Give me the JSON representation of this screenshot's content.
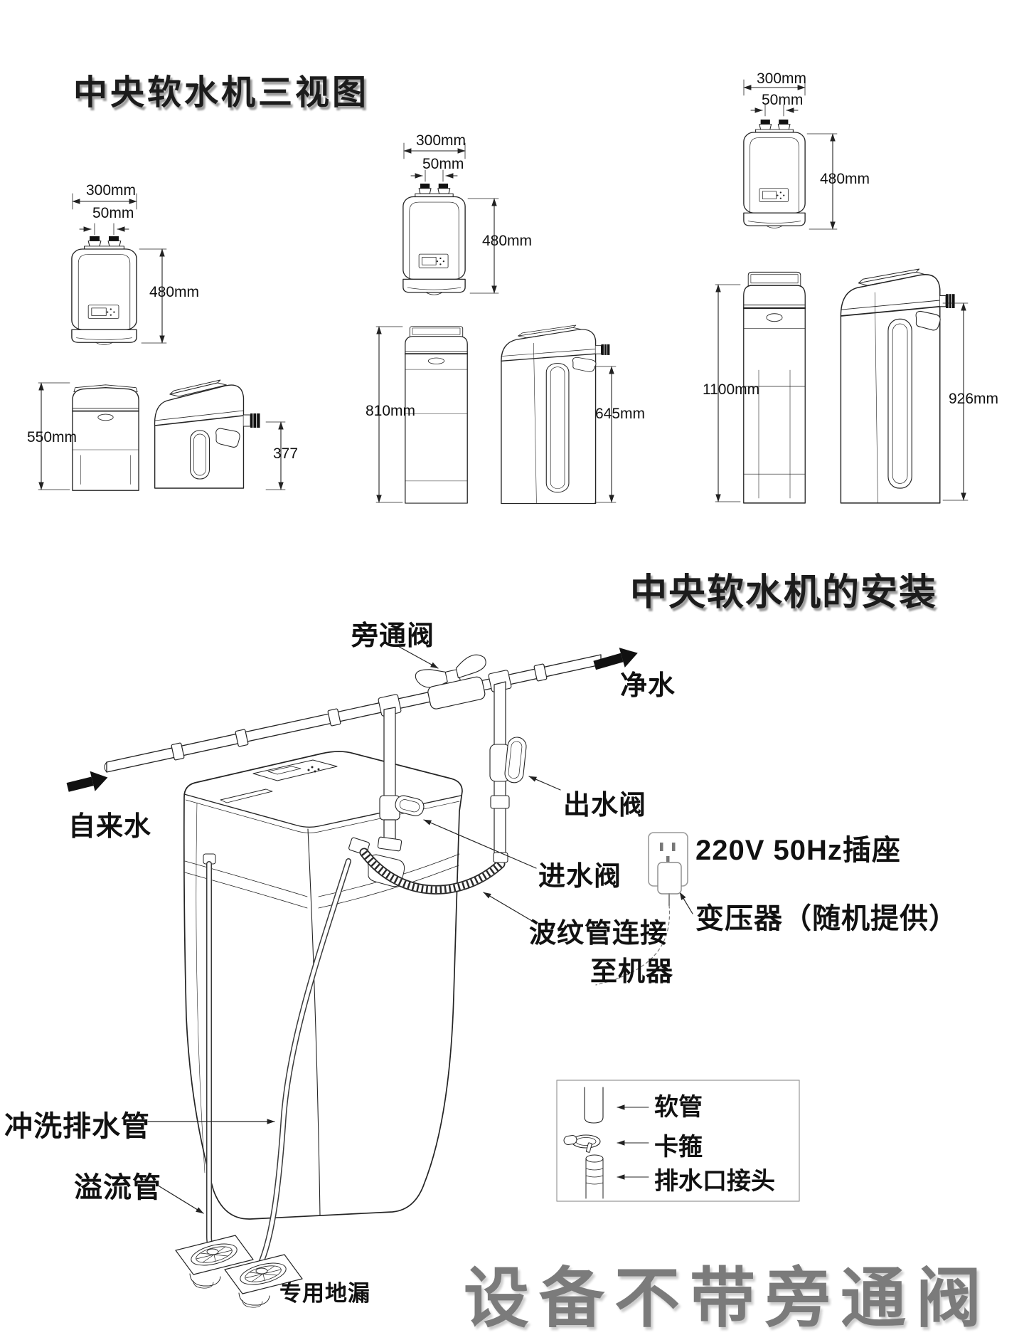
{
  "three_view": {
    "title": "中央软水机三视图",
    "groups": [
      {
        "name": "compact",
        "width": "300mm",
        "port_spacing": "50mm",
        "cabinet_height": "480mm",
        "tank_front_height": "550mm",
        "tank_side_height": "377"
      },
      {
        "name": "medium",
        "width": "300mm",
        "port_spacing": "50mm",
        "cabinet_height": "480mm",
        "tank_front_height": "810mm",
        "tank_side_height": "645mm"
      },
      {
        "name": "large",
        "width": "300mm",
        "port_spacing": "50mm",
        "cabinet_height": "480mm",
        "tank_front_height": "1100mm",
        "tank_side_height": "926mm"
      }
    ]
  },
  "installation": {
    "title": "中央软水机的安装",
    "labels": {
      "bypass_valve": "旁通阀",
      "clean_water": "净水",
      "tap_water": "自来水",
      "outlet_valve": "出水阀",
      "inlet_valve": "进水阀",
      "corrugated_line1": "波纹管连接",
      "corrugated_line2": "至机器",
      "power_socket": "220V 50Hz插座",
      "transformer": "变压器（随机提供）",
      "flush_drain_pipe": "冲洗排水管",
      "overflow_pipe": "溢流管",
      "floor_drain": "专用地漏"
    },
    "legend": {
      "hose": "软管",
      "clamp": "卡箍",
      "drain_connector": "排水口接头"
    },
    "footer_note": "设备不带旁通阀"
  },
  "colors": {
    "ink": "#222222",
    "gray_note": "#7b7b7b"
  }
}
